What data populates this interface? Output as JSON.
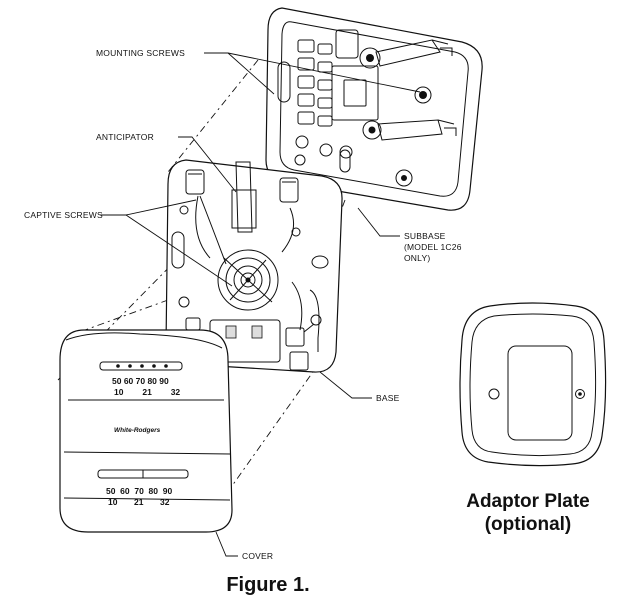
{
  "figure": {
    "callouts": {
      "mounting_screws": "MOUNTING SCREWS",
      "anticipator": "ANTICIPATOR",
      "captive_screws": "CAPTIVE SCREWS",
      "subbase_line1": "SUBBASE",
      "subbase_line2": "(MODEL 1C26",
      "subbase_line3": "ONLY)",
      "base": "BASE",
      "cover": "COVER"
    },
    "cover_labels": {
      "fahrenheit_top": "50 60 70 80 90",
      "celsius_top": "10        21        32",
      "brand": "White-Rodgers",
      "fahrenheit_bottom": "50  60  70  80  90",
      "celsius_bottom": "10       21       32"
    },
    "adaptor_plate_line1": "Adaptor Plate",
    "adaptor_plate_line2": "(optional)",
    "caption": "Figure 1."
  }
}
